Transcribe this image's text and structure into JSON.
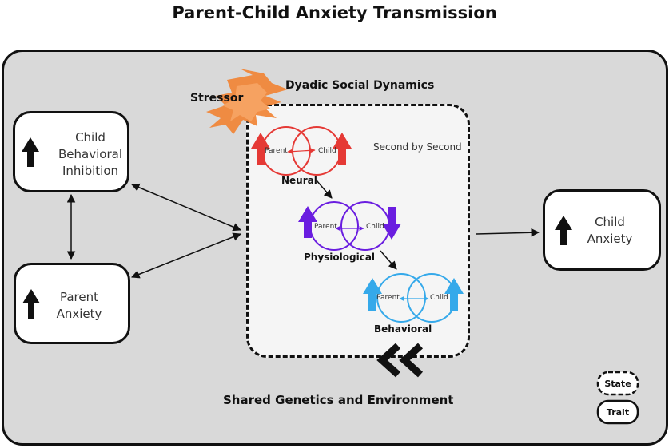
{
  "title": "Parent-Child Anxiety Transmission",
  "stressor": "Stressor",
  "dyadic": "Dyadic Social Dynamics",
  "second_by_second": "Second by Second",
  "child_bi": [
    "Child",
    "Behavioral",
    "Inhibition"
  ],
  "parent_anxiety": [
    "Parent",
    "Anxiety"
  ],
  "child_anxiety": [
    "Child",
    "Anxiety"
  ],
  "levels": {
    "neural": {
      "label": "Neural",
      "parent": "Parent",
      "child": "Child",
      "color": "#e53935"
    },
    "physiological": {
      "label": "Physiological",
      "parent": "Parent",
      "child": "Child",
      "color": "#6a1de0"
    },
    "behavioral": {
      "label": "Behavioral",
      "parent": "Parent",
      "child": "Child",
      "color": "#35a9ea"
    }
  },
  "shared": "Shared Genetics and Environment",
  "legend": {
    "state": "State",
    "trait": "Trait"
  },
  "colors": {
    "stressor": "#f0873a"
  }
}
